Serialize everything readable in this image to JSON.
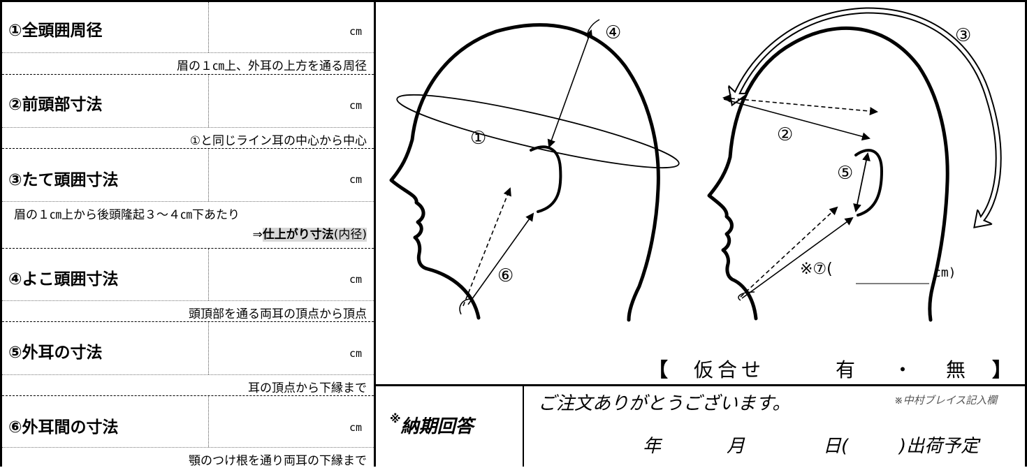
{
  "rows": [
    {
      "label": "①全頭囲周径",
      "unit": "cm",
      "desc": "眉の１㎝上、外耳の上方を通る周径"
    },
    {
      "label": "②前頭部寸法",
      "unit": "cm",
      "desc": "①と同じライン耳の中心から中心"
    },
    {
      "label": "③たて頭囲寸法",
      "unit": "cm",
      "desc": "眉の１㎝上から後頭隆起３～４㎝下あたり",
      "desc2_prefix": "⇒",
      "desc2_bold": "仕上がり寸法",
      "desc2_paren": "(内径)"
    },
    {
      "label": "④よこ頭囲寸法",
      "unit": "cm",
      "desc": "頭頂部を通る両耳の頂点から頂点"
    },
    {
      "label": "⑤外耳の寸法",
      "unit": "cm",
      "desc": "耳の頂点から下縁まで"
    },
    {
      "label": "⑥外耳間の寸法",
      "unit": "cm",
      "desc": "顎のつけ根を通り両耳の下縁まで"
    }
  ],
  "diagram": {
    "markers": {
      "m1": "①",
      "m2": "②",
      "m3": "③",
      "m4": "④",
      "m5": "⑤",
      "m6": "⑥"
    },
    "m7_label": "※⑦(",
    "m7_unit": "cm)"
  },
  "fitting": {
    "open": "【",
    "label": "仮合せ",
    "yes": "有",
    "dot": "・",
    "no": "無",
    "close": "】"
  },
  "delivery": {
    "label_mark": "※",
    "label": "納期回答",
    "thanks": "ご注文ありがとうございます。",
    "note": "※中村ブレイス記入欄",
    "year": "年",
    "month": "月",
    "day": "日(",
    "ship": ")出荷予定"
  }
}
